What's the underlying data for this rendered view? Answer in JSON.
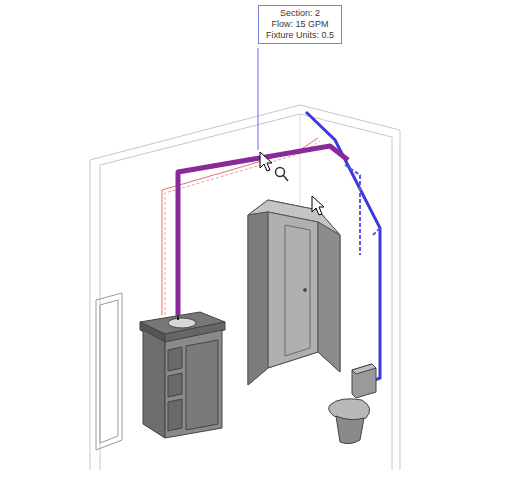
{
  "diagram": {
    "nodes": [
      {
        "text": [
          "Section: 2",
          "Flow: 15 GPM",
          "Fixture Units: 0.5"
        ]
      }
    ]
  }
}
